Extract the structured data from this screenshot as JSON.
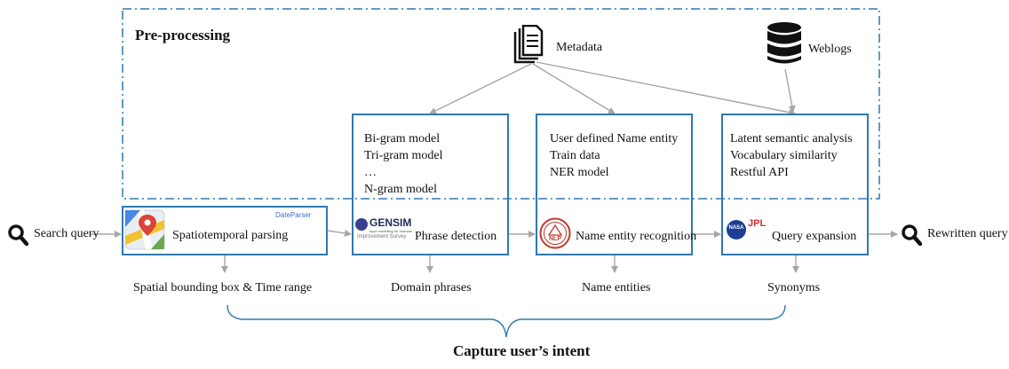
{
  "preprocessing_title": "Pre-processing",
  "sources": {
    "metadata": "Metadata",
    "weblogs": "Weblogs"
  },
  "input": "Search query",
  "output": "Rewritten query",
  "stages": [
    {
      "label": "Spatiotemporal parsing",
      "logo_text": "DateParser",
      "result": "Spatial bounding box & Time range",
      "resources": []
    },
    {
      "label": "Phrase detection",
      "logo_text": "GENSIM",
      "logo_subtext": "topic modelling for humans",
      "logo_caption": "Improvement Survey",
      "result": "Domain phrases",
      "resources": [
        "Bi-gram model",
        "Tri-gram model",
        "…",
        "N-gram model"
      ]
    },
    {
      "label": "Name entity recognition",
      "logo_text": "NLP",
      "result": "Name entities",
      "resources": [
        "User defined Name entity",
        "Train data",
        "NER model"
      ]
    },
    {
      "label": "Query expansion",
      "logo_text": "JPL",
      "logo_badge": "NASA",
      "result": "Synonyms",
      "resources": [
        "Latent semantic analysis",
        "Vocabulary similarity",
        "Restful API"
      ]
    }
  ],
  "conclusion": "Capture user’s intent",
  "colors": {
    "box_border": "#2f79ae",
    "dashed_border": "#2f79ae",
    "arrow": "#a6a6a6",
    "brace": "#2f79ae"
  }
}
